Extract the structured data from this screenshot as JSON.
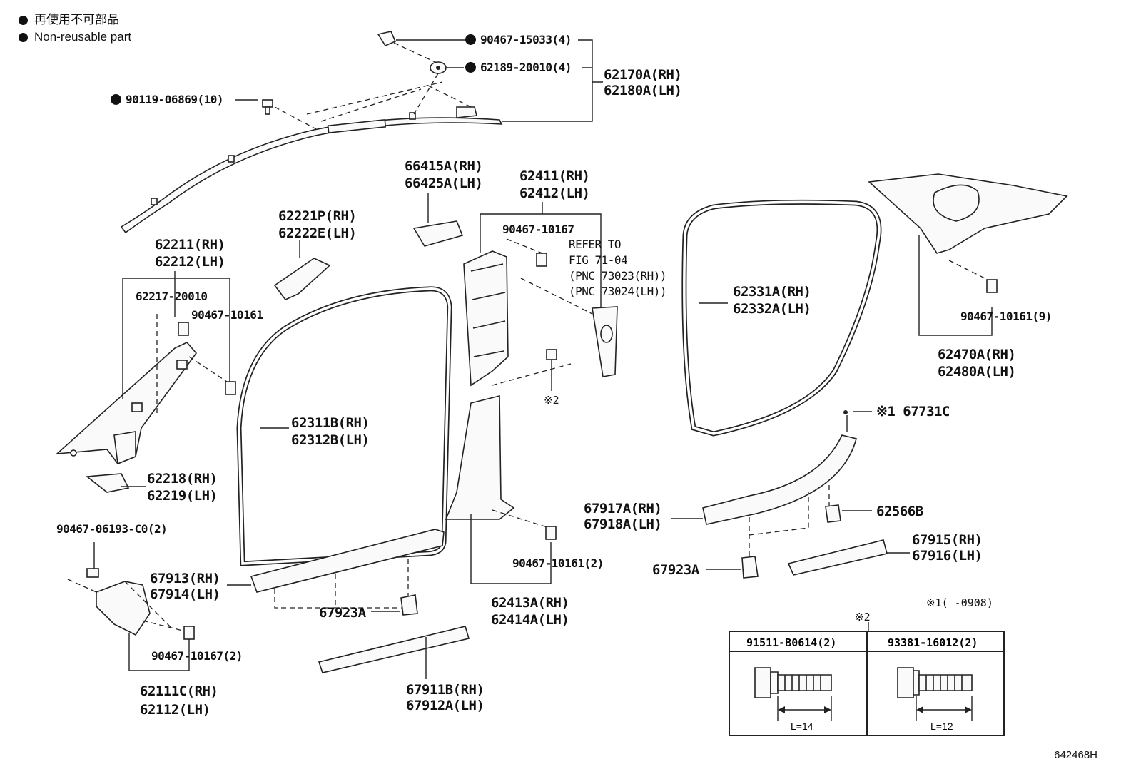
{
  "legend": [
    {
      "text": "再使用不可部品"
    },
    {
      "text": "Non-reusable part"
    }
  ],
  "labels": {
    "p90467_15033": "90467-15033(4)",
    "p62189_20010": "62189-20010(4)",
    "p62170A": "62170A(RH)",
    "p62180A": "62180A(LH)",
    "p90119_06869": "90119-06869(10)",
    "p66415A": "66415A(RH)",
    "p66425A": "66425A(LH)",
    "p62411": "62411(RH)",
    "p62412": "62412(LH)",
    "p62221P": "62221P(RH)",
    "p62222E": "62222E(LH)",
    "p62211": "62211(RH)",
    "p62212": "62212(LH)",
    "p62217_20010": "62217-20010",
    "p90467_10161a": "90467-10161",
    "p90467_10167": "90467-10167",
    "ref1": "REFER TO",
    "ref2": "FIG 71-04",
    "ref3": "(PNC 73023(RH))",
    "ref4": "(PNC 73024(LH))",
    "p62331A": "62331A(RH)",
    "p62332A": "62332A(LH)",
    "p90467_10161_9": "90467-10161(9)",
    "p62470A": "62470A(RH)",
    "p62480A": "62480A(LH)",
    "note2a": "※2",
    "p67731C": "※1 67731C",
    "p62311B": "62311B(RH)",
    "p62312B": "62312B(LH)",
    "p62218": "62218(RH)",
    "p62219": "62219(LH)",
    "p90467_06193": "90467-06193-C0(2)",
    "p67917A": "67917A(RH)",
    "p67918A": "67918A(LH)",
    "p62566B": "62566B",
    "p90467_10161_2": "90467-10161(2)",
    "p67915": "67915(RH)",
    "p67916": "67916(LH)",
    "p67913": "67913(RH)",
    "p67914": "67914(LH)",
    "p67923A_left": "67923A",
    "p67923A_right": "67923A",
    "p62413A": "62413A(RH)",
    "p62414A": "62414A(LH)",
    "note1": "※1(       -0908)",
    "p90467_10167_2": "90467-10167(2)",
    "note2b": "※2",
    "p62111C": "62111C(RH)",
    "p62112": "62112(LH)",
    "p67911B": "67911B(RH)",
    "p67912A": "67912A(LH)"
  },
  "table": {
    "col1_part": "91511-B0614(2)",
    "col1_length": "L=14",
    "col2_part": "93381-16012(2)",
    "col2_length": "L=12"
  },
  "figure_id": "642468H",
  "colors": {
    "ink": "#222222",
    "background": "#ffffff"
  }
}
